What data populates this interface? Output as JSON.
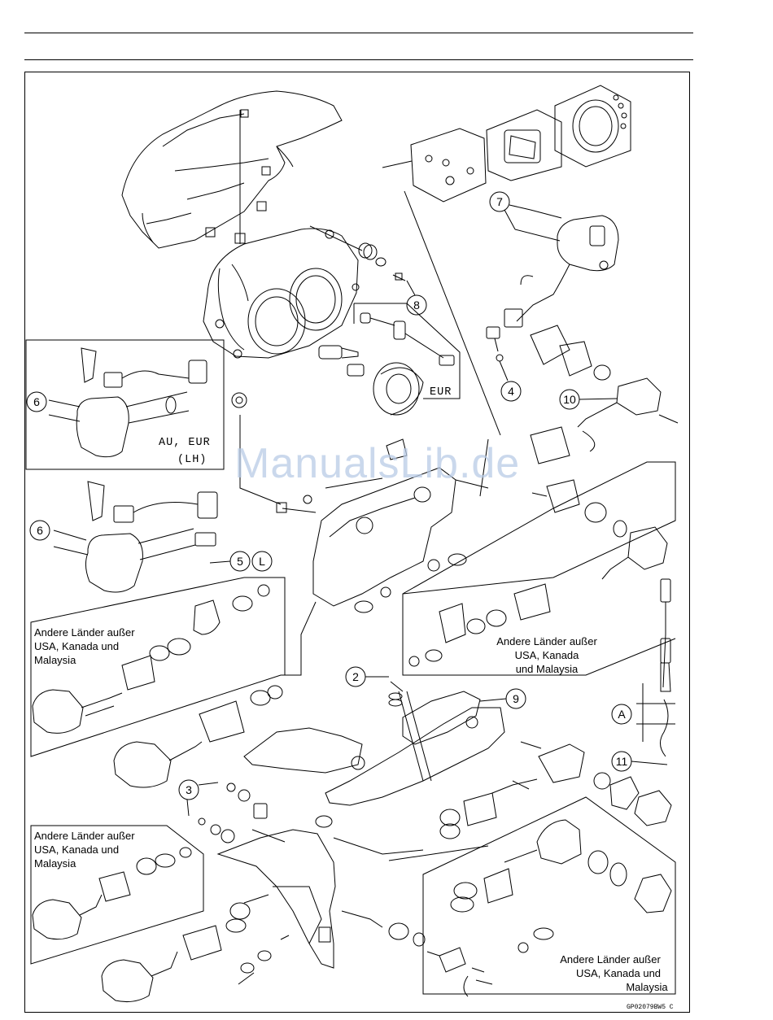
{
  "callouts": {
    "c2": "2",
    "c3": "3",
    "c4": "4",
    "c5": "5",
    "c5L": "L",
    "c6a": "6",
    "c6b": "6",
    "c7": "7",
    "c8": "8",
    "c9": "9",
    "c10": "10",
    "c11": "11",
    "cA": "A"
  },
  "labels": {
    "eur": "EUR",
    "au_eur": "AU, EUR",
    "lh": "(LH)",
    "other_countries_1": [
      "Andere Länder außer",
      "USA, Kanada und",
      "Malaysia"
    ],
    "other_countries_2": [
      "Andere Länder außer",
      "USA, Kanada",
      "und Malaysia"
    ],
    "other_countries_3": [
      "Andere Länder außer",
      "USA, Kanada und",
      "Malaysia"
    ],
    "other_countries_4": [
      "Andere Länder außer",
      "USA, Kanada und",
      "Malaysia"
    ]
  },
  "figure_code": "GP02079BW5 C",
  "watermark": "ManualsLib.de"
}
